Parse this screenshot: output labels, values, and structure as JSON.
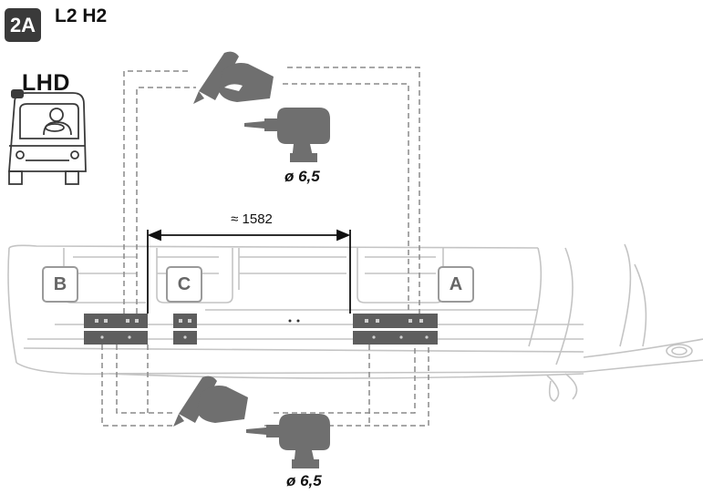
{
  "header": {
    "badge": "2A",
    "model": "L2 H2"
  },
  "cab": {
    "label": "LHD"
  },
  "markers": {
    "a": "A",
    "b": "B",
    "c": "C"
  },
  "dimension": {
    "label": "≈ 1582"
  },
  "drill": {
    "top_size": "ø 6,5",
    "bottom_size": "ø 6,5"
  },
  "colors": {
    "tool_gray": "#6f6f6f",
    "rail_gray": "#5a5a5a",
    "outline": "#c8c8c8",
    "dash": "#8a8a8a"
  }
}
